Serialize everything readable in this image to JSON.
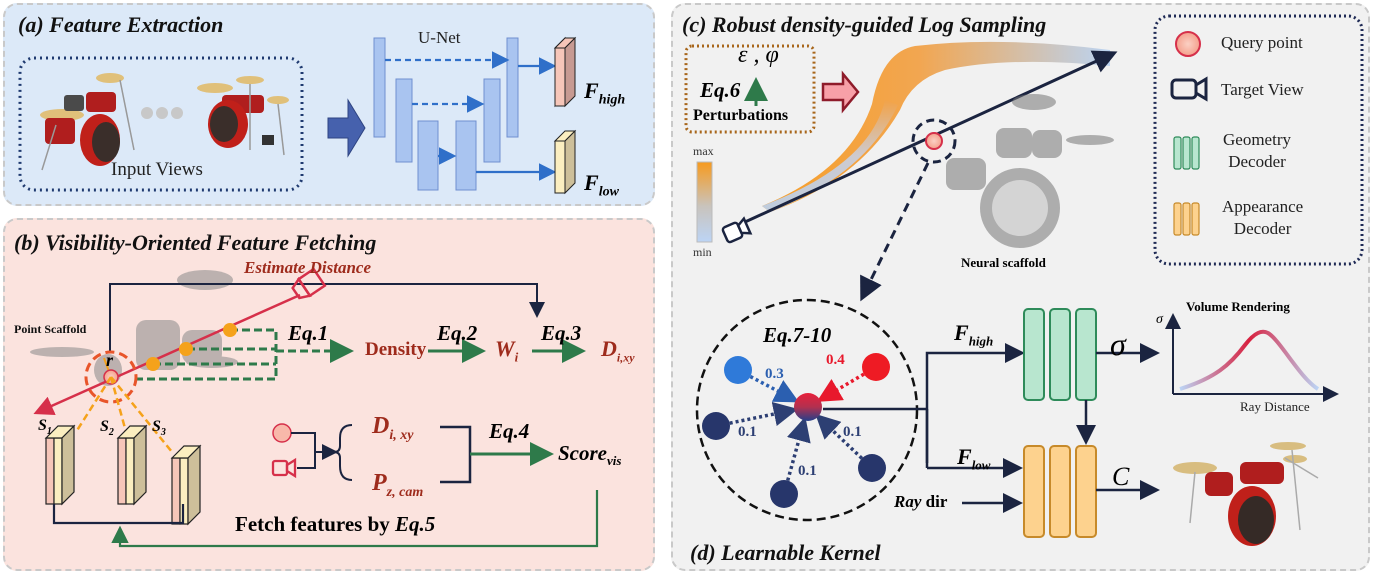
{
  "panel_a": {
    "title": "(a) Feature Extraction",
    "unet_label": "U-Net",
    "input_label": "Input Views",
    "f_high": "F",
    "f_high_sub": "high",
    "f_low": "F",
    "f_low_sub": "low"
  },
  "panel_b": {
    "title": "(b) Visibility-Oriented  Feature Fetching",
    "estimate_distance": "Estimate Distance",
    "point_scaffold": "Point Scaffold",
    "r_label": "r",
    "eq1": "Eq.1",
    "eq2": "Eq.2",
    "eq3": "Eq.3",
    "eq4": "Eq.4",
    "density": "Density",
    "w": "W",
    "w_sub": "i",
    "d": "D",
    "d_sub": "i,xy",
    "s1": "S",
    "s1_sub": "1",
    "s2": "S",
    "s2_sub": "2",
    "s3": "S",
    "s3_sub": "3",
    "d_ixy": "D",
    "d_ixy_sub": "i, xy",
    "p_zcam": "P",
    "p_zcam_sub": "z, cam",
    "score": "Score",
    "score_sub": "vis",
    "fetch_prefix": "Fetch features by ",
    "fetch_eq": "Eq.5"
  },
  "panel_c": {
    "title": "(c) Robust density-guided Log Sampling",
    "params": "ε , φ",
    "eq6": "Eq.6",
    "perturbations": "Perturbations",
    "colorbar_max": "max",
    "colorbar_min": "min",
    "neural_scaffold": "Neural scaffold"
  },
  "legend": {
    "items": [
      {
        "label": "Query point",
        "icon": "query-point-icon"
      },
      {
        "label": "Target View",
        "icon": "camera-icon"
      },
      {
        "label": "Geometry\nDecoder",
        "line1": "Geometry",
        "line2": "Decoder",
        "icon": "geometry-decoder-icon"
      },
      {
        "label": "Appearance\nDecoder",
        "line1": "Appearance",
        "line2": "Decoder",
        "icon": "appearance-decoder-icon"
      }
    ]
  },
  "panel_d": {
    "title": "(d) Learnable Kernel",
    "eq": "Eq.7-10",
    "weights": [
      "0.3",
      "0.4",
      "0.1",
      "0.1",
      "0.1"
    ],
    "f_high": "F",
    "f_high_sub": "high",
    "f_low": "F",
    "f_low_sub": "low",
    "ray": "Ray",
    "dir": " dir",
    "sigma": "σ",
    "c": "C",
    "volume_rendering": "Volume Rendering",
    "axis_y": "σ",
    "axis_x": "Ray Distance"
  },
  "colors": {
    "blue_block": "#a9c4f0",
    "accent_red": "#9e2b1c",
    "green_arrow": "#2e7a4a",
    "geometry": "#b8e6cf",
    "appearance": "#fdd28e",
    "navy": "#1b2440"
  }
}
